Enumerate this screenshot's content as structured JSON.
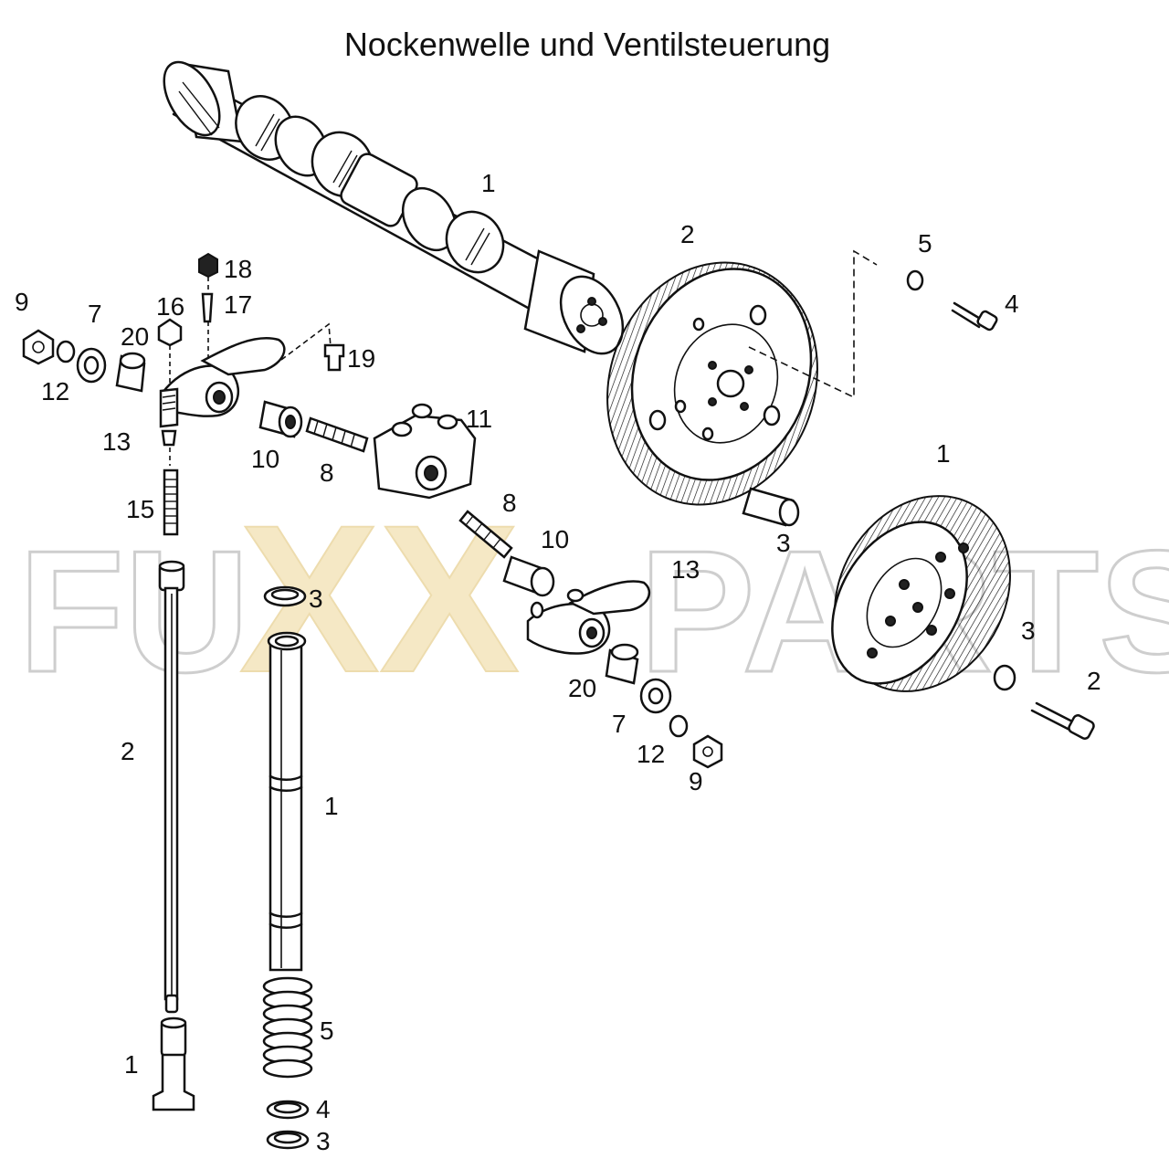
{
  "title": "Nockenwelle und Ventilsteuerung",
  "watermark": {
    "part1": "FU",
    "part2": "XX",
    "part3": "PARTS",
    "fill_color": "#f5e6bf",
    "stroke_color": "#c9c9c9"
  },
  "callouts": {
    "camshaft": "1",
    "cam_gear": "2",
    "gear_washer": "5",
    "gear_bolt": "4",
    "gear_spacer": "3",
    "flywheel": "1",
    "flywheel_washer": "3",
    "flywheel_bolt": "2",
    "left_nut": "9",
    "left_lockwasher": "12",
    "left_washer": "7",
    "left_bushing": "20",
    "left_rocker_nut": "16",
    "left_cap": "18",
    "left_pin": "17",
    "left_plug": "19",
    "left_adjuster": "13",
    "left_adjust_screw": "15",
    "left_spacer": "10",
    "left_shaft": "8",
    "rocker_bracket": "11",
    "right_shaft": "8",
    "right_spacer": "10",
    "right_rocker": "13",
    "right_bushing": "20",
    "right_washer": "7",
    "right_lockwasher": "12",
    "right_nut": "9",
    "pushrod": "2",
    "tube_seal_top": "3",
    "pushrod_tube": "1",
    "spring": "5",
    "seal_ring_4": "4",
    "seal_ring_3": "3",
    "tappet": "1"
  }
}
